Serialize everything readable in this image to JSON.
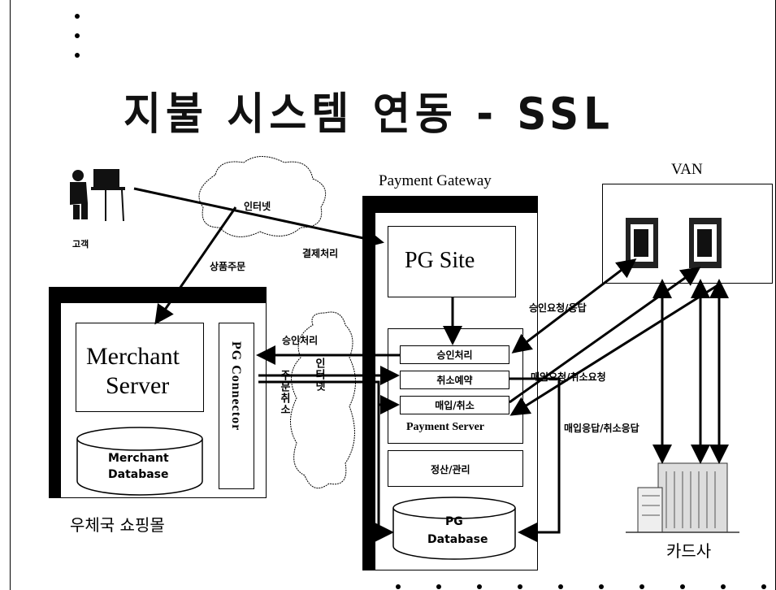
{
  "title": "지불 시스템 연동 - SSL",
  "customer": "고객",
  "internet_top": "인터넷",
  "internet_middle": "인터넷",
  "order_label": "상품주문",
  "payment_process_label": "결제처리",
  "pg": {
    "header": "Payment Gateway",
    "site": "PG Site",
    "approval": "승인처리",
    "cancel_reserve": "취소예약",
    "purchase_cancel": "매입/취소",
    "server": "Payment Server",
    "settlement": "정산/관리",
    "db_line1": "PG",
    "db_line2": "Database"
  },
  "merchant": {
    "server_line1": "Merchant",
    "server_line2": "Server",
    "db_line1": "Merchant",
    "db_line2": "Database",
    "connector": "PG Connector",
    "store_name": "우체국 쇼핑몰"
  },
  "approval_process_label": "승인처리",
  "order_cancel_label": "주문취소",
  "van_label": "VAN",
  "approval_req_resp": "승인요청/응답",
  "purchase_req": "매입요청/취소요청",
  "purchase_resp": "매입응답/취소응답",
  "card_company": "카드사"
}
